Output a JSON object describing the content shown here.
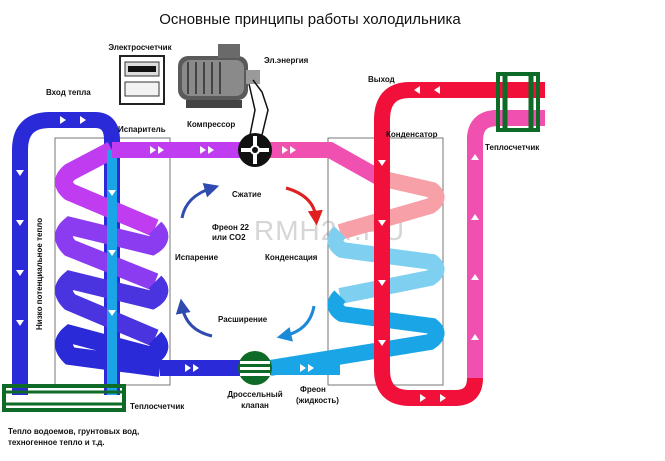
{
  "title": "Основные принципы работы холодильника",
  "watermark": "RMH24.RU",
  "labels": {
    "meter": "Электросчетчик",
    "power": "Эл.энергия",
    "heat_in": "Вход тепла",
    "evaporator": "Испаритель",
    "compressor": "Компрессор",
    "output": "Выход",
    "condenser": "Конденсатор",
    "heat_meter_right": "Теплосчетчик",
    "heat_meter_left": "Теплосчетчик",
    "low_potential": "Низко потенциальное тепло",
    "compression": "Сжатие",
    "freon_line1": "Фреон 22",
    "freon_line2": "или CO2",
    "evaporation": "Испарение",
    "condensation": "Конденсация",
    "expansion": "Расширение",
    "valve_line1": "Дроссельный",
    "valve_line2": "клапан",
    "freon_liquid_line1": "Фреон",
    "freon_liquid_line2": "(жидкость)",
    "sources_line1": "Тепло водоемов, грунтовых вод,",
    "sources_line2": "техногенное тепло и т.д."
  },
  "colors": {
    "cold_blue": "#2a2ad8",
    "light_blue": "#1aa6e6",
    "violet": "#c03cf0",
    "hot_red": "#f0103a",
    "pink": "#f050b0",
    "green": "#0d6b27"
  }
}
